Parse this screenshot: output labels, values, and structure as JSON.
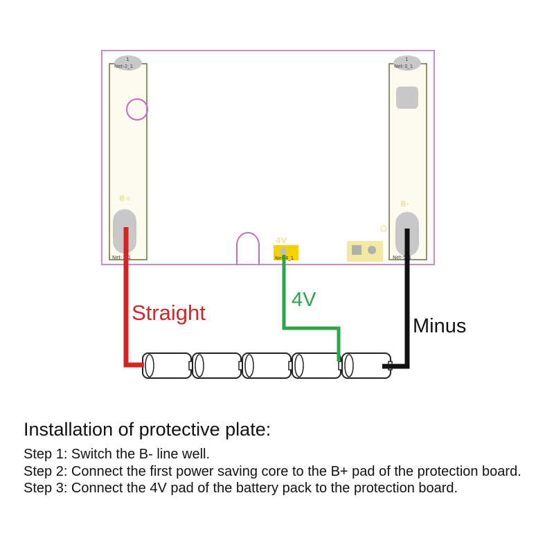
{
  "board": {
    "net_label_top_left": "Net-2_1",
    "net_label_top_right": "Net-3_1",
    "pad_number": "1",
    "net_label_bottom_left": "Net-1_1",
    "net_label_bottom_center": "Net-4_1",
    "net_label_bottom_right": "Net-5_1",
    "pad_bplus": "B+",
    "pad_bminus": "B-",
    "pad_4v": "4V"
  },
  "wires": {
    "straight_label": "Straight",
    "fourv_label": "4V",
    "minus_label": "Minus",
    "colors": {
      "straight": "#d42424",
      "fourv": "#2aa548",
      "minus": "#111111"
    }
  },
  "battery_cells": 5,
  "instructions": {
    "title": "Installation of protective plate:",
    "steps": [
      "Step 1: Switch the B- line well.",
      "Step 2: Connect the first power saving core to the B+ pad of the protection board.",
      "Step 3: Connect the 4V pad of the battery pack to the protection board."
    ]
  }
}
